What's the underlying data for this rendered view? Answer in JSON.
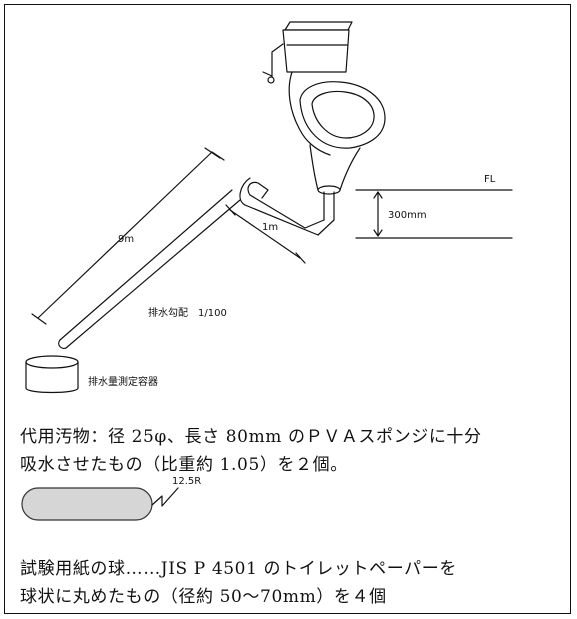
{
  "diagram": {
    "labels": {
      "fl": "FL",
      "height": "300mm",
      "short_run": "1m",
      "long_run": "9m",
      "slope": "排水勾配　1/100",
      "container": "排水量測定容器",
      "radius": "12.5R"
    }
  },
  "text": {
    "sponge_line1": "代用汚物：径 25φ、長さ 80mm のＰＶＡスポンジに十分",
    "sponge_line2": "吸水させたもの（比重約 1.05）を２個。",
    "paper_line1": "試験用紙の球……JIS P 4501 のトイレットペーパーを",
    "paper_line2": "球状に丸めたもの（径約 50〜70mm）を４個"
  }
}
